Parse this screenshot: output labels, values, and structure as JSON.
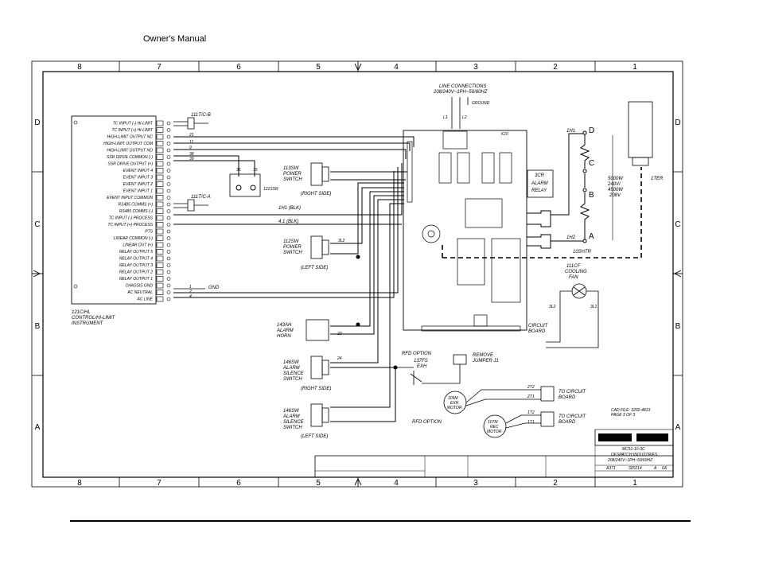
{
  "header": {
    "title": "Owner's Manual"
  },
  "border": {
    "columns": [
      "8",
      "7",
      "6",
      "5",
      "4",
      "3",
      "2",
      "1"
    ],
    "rows": [
      "D",
      "C",
      "B",
      "A"
    ]
  },
  "line_connections": {
    "title": "LINE CONNECTIONS",
    "spec": "208/240V~1PH~50/60HZ",
    "ground": "GROUND"
  },
  "instrument": {
    "label_1": "121C/HL",
    "label_2": "CONTROL/HI-LIMIT",
    "label_3": "INSTRUMENT",
    "terminals": [
      "TC INPUT (-) HI-LIMIT",
      "TC INPUT (+) HI-LIMIT",
      "HIGH-LIMIT OUTPUT NC",
      "HIGH-LIMIT OUTPUT COM",
      "HIGH-LIMIT OUTPUT NO",
      "SSR DRIVE COMMON (-)",
      "SSR DRIVE OUTPUT (+)",
      "EVENT INPUT 4",
      "EVENT INPUT 3",
      "EVENT INPUT 2",
      "EVENT INPUT 1",
      "EVENT INPUT COMMON",
      "RS485 COMMS (+)",
      "RS485 COMMS (-)",
      "TC INPUT (-) PROCESS",
      "TC INPUT (+) PROCESS",
      "PTS",
      "LINEAR COMMON (-)",
      "LINEAR OUT (+)",
      "RELAY OUTPUT 5",
      "RELAY OUTPUT 4",
      "RELAY OUTPUT 3",
      "RELAY OUTPUT 2",
      "RELAY OUTPUT 1",
      "CHASSIS GND",
      "AC NEUTRAL",
      "AC LINE"
    ]
  },
  "labels": {
    "tc_b": "111T/C-B",
    "tc_a": "111T/C-A",
    "gnd": "GND",
    "ssr": "121SSR",
    "ssr_36": "36",
    "ssr_35": "35",
    "w_21": "21",
    "w_11": "11",
    "w_9": "9",
    "w_38": "38",
    "w_39": "39",
    "w_1": "1",
    "w_2": "2",
    "w_4": "4",
    "sw113_1": "113SW",
    "sw113_2": "POWER",
    "sw113_3": "SWITCH",
    "sw113_side": "(RIGHT SIDE)",
    "sw112_1": "112SW",
    "sw112_2": "POWER",
    "sw112_3": "SWITCH",
    "sw112_side": "(LEFT SIDE)",
    "h1_blk": "1H1 (BLK)",
    "h2_blk": "4.1 (BLK)",
    "horn_1": "143AH",
    "horn_2": "ALARM",
    "horn_3": "HORN",
    "sil1_1": "146SW",
    "sil1_2": "ALARM",
    "sil1_3": "SILENCE",
    "sil1_4": "SWITCH",
    "sil1_side": "(RIGHT SIDE)",
    "sil2_1": "146SW",
    "sil2_2": "ALARM",
    "sil2_3": "SILENCE",
    "sil2_4": "SWITCH",
    "sil2_side": "(LEFT SIDE)",
    "w_3l2": "3L2",
    "w_23": "23",
    "w_24": "24",
    "rfd": "RFD OPTION",
    "fs_1": "137FS",
    "fs_2": "EXH",
    "remove_1": "REMOVE",
    "remove_2": "JUMPER J1",
    "exh_1": "109M",
    "exh_2": "EXH",
    "exh_3": "MOTOR",
    "rec_1": "107M",
    "rec_2": "REC",
    "rec_3": "MOTOR",
    "to_cb_1": "TO CIRCUIT",
    "to_cb_2": "BOARD",
    "t2": "2T2",
    "t1": "2T1",
    "t12": "1T2",
    "t11": "1T1",
    "alarm_1": "3CR",
    "alarm_2": "ALARM",
    "alarm_3": "RELAY",
    "fan_1": "111CF",
    "fan_2": "COOLING",
    "fan_3": "FAN",
    "fan_l2": "3L2",
    "fan_l1": "3L1",
    "cb_1": "CIRCUIT",
    "cb_2": "BOARD",
    "htr": "10SHTR",
    "h1": "1H1",
    "h2": "1H2",
    "heater_1": "5000W",
    "heater_2": "240V/",
    "heater_3": "4500W",
    "heater_4": "208V",
    "node_d": "D",
    "node_c": "C",
    "node_b": "B",
    "node_a": "A",
    "ter": "1TER",
    "l1": "L1",
    "l2": "L2"
  },
  "title_block": {
    "cad_file": "CAD FILE: 3202-4813",
    "page": "PAGE 3 OF 3",
    "model": "MC51-10-3C",
    "company": "DESPATCH INDUSTRIES",
    "spec": "208/240V~1PH~50/60HZ",
    "drawing_no": "A371",
    "part_no": "320214",
    "rev": "A",
    "sheet": "6A"
  }
}
